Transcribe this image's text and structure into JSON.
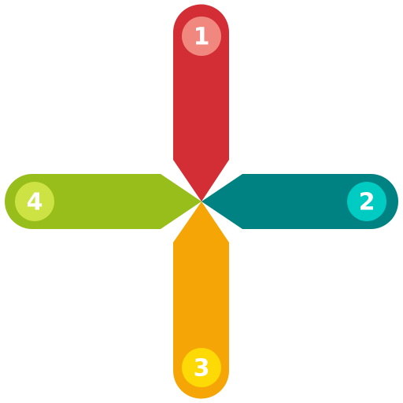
{
  "diagram": {
    "arms": [
      {
        "id": "top",
        "label": "1",
        "arm_color": "#d32d35",
        "badge_color": "#f08880"
      },
      {
        "id": "right",
        "label": "2",
        "arm_color": "#008282",
        "badge_color": "#00cbc3"
      },
      {
        "id": "bottom",
        "label": "3",
        "arm_color": "#f5a505",
        "badge_color": "#fdd905"
      },
      {
        "id": "left",
        "label": "4",
        "arm_color": "#97be1a",
        "badge_color": "#cde343"
      }
    ]
  }
}
